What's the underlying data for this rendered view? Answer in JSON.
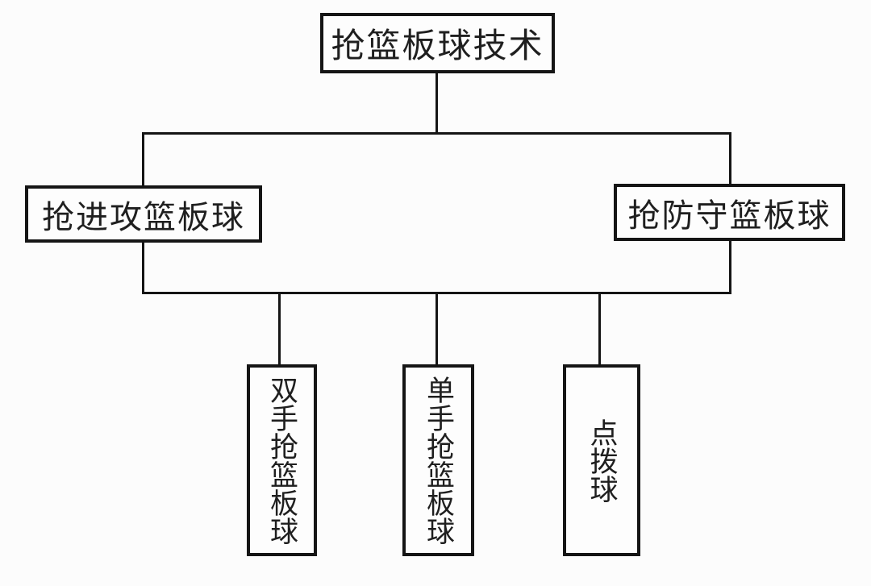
{
  "diagram": {
    "title": "抢篮板球技术",
    "root": {
      "label": "抢篮板球技术"
    },
    "branches": [
      {
        "id": "offensive-rebound",
        "label": "抢进攻篮板球"
      },
      {
        "id": "defensive-rebound",
        "label": "抢防守篮板球"
      }
    ],
    "leaves": [
      {
        "id": "two-hand-rebound",
        "label": "双手抢篮板球"
      },
      {
        "id": "one-hand-rebound",
        "label": "单手抢篮板球"
      },
      {
        "id": "tip-ball",
        "label": "点拨球"
      }
    ],
    "colors": {
      "background": "#fcfcfc",
      "line": "#151515",
      "box_fill": "#fdfdfd",
      "text": "#1f1f1f"
    }
  }
}
